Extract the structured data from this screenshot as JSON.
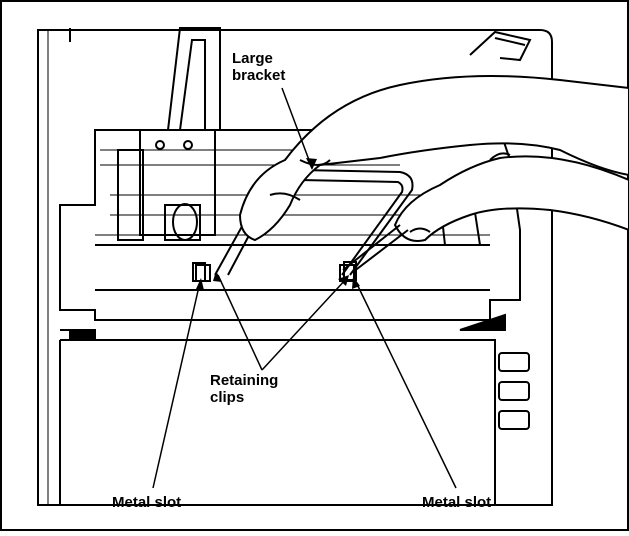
{
  "figure": {
    "labels": {
      "large_bracket": "Large\nbracket",
      "retaining_clips": "Retaining\nclips",
      "metal_slot_left": "Metal slot",
      "metal_slot_right": "Metal slot"
    },
    "colors": {
      "ink": "#000000",
      "paper": "#ffffff",
      "shade": "#9a9a9a"
    }
  }
}
